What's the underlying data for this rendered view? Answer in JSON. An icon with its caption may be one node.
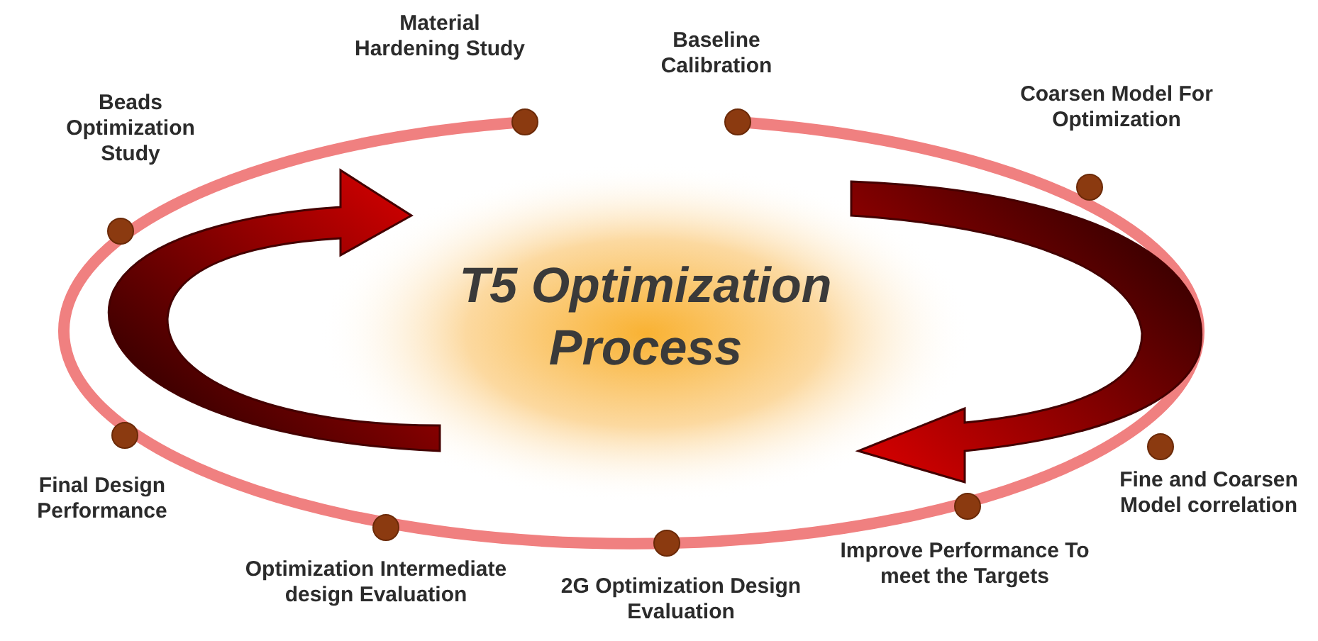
{
  "diagram": {
    "title": "T5 Optimization Process",
    "labels": [
      "Material Hardening Study",
      "Baseline Calibration",
      "Beads Optimization Study",
      "Coarsen Model For Optimization",
      "Final Design Performance",
      "Fine and Coarsen Model correlation",
      "Improve Performance To meet the Targets",
      "Optimization Intermediate design Evaluation",
      "2G Optimization Design Evaluation"
    ]
  }
}
